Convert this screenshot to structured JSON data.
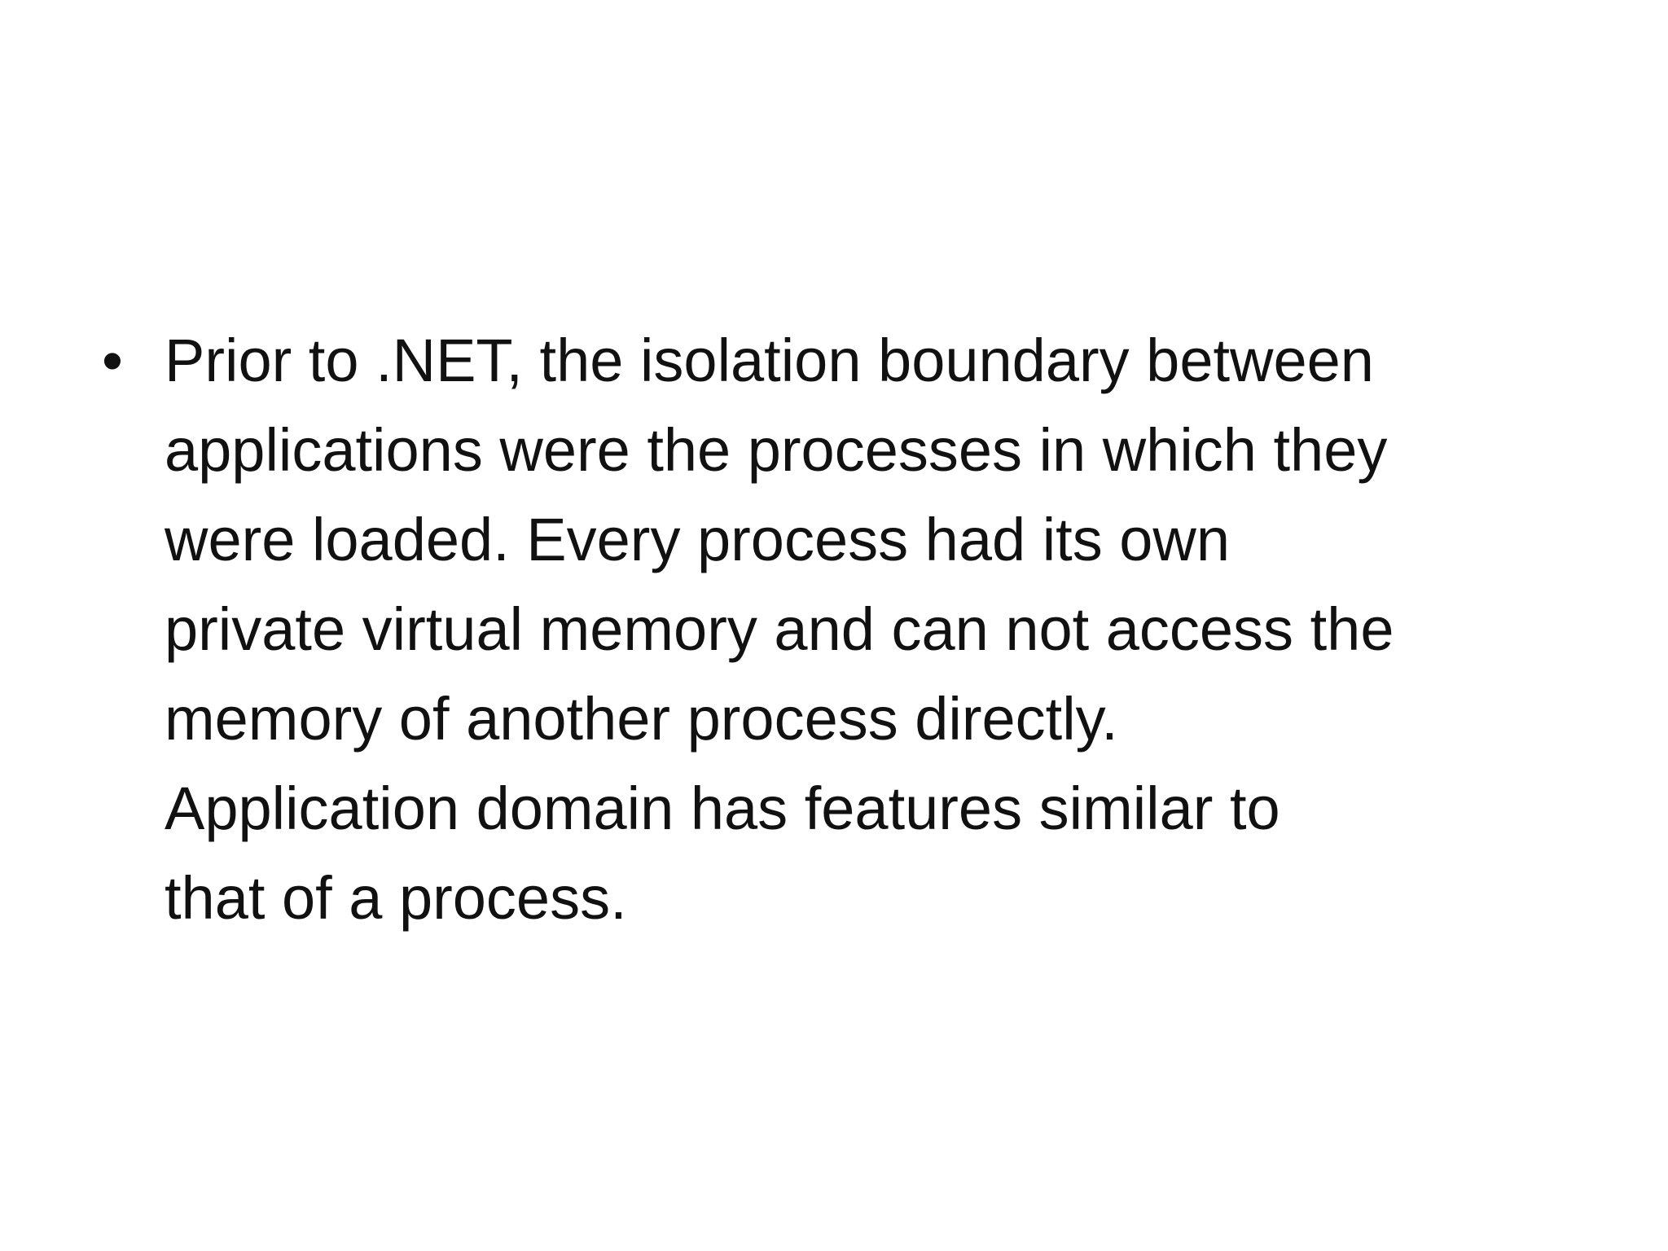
{
  "slide": {
    "bullet": {
      "marker": "•",
      "lines": [
        "Prior to .NET, the isolation boundary between",
        "applications were the processes in which they",
        "were loaded. Every process had its own",
        "private virtual memory and can not access the",
        "memory of another process directly.",
        "Application domain has features similar to",
        "that of a process."
      ]
    }
  }
}
